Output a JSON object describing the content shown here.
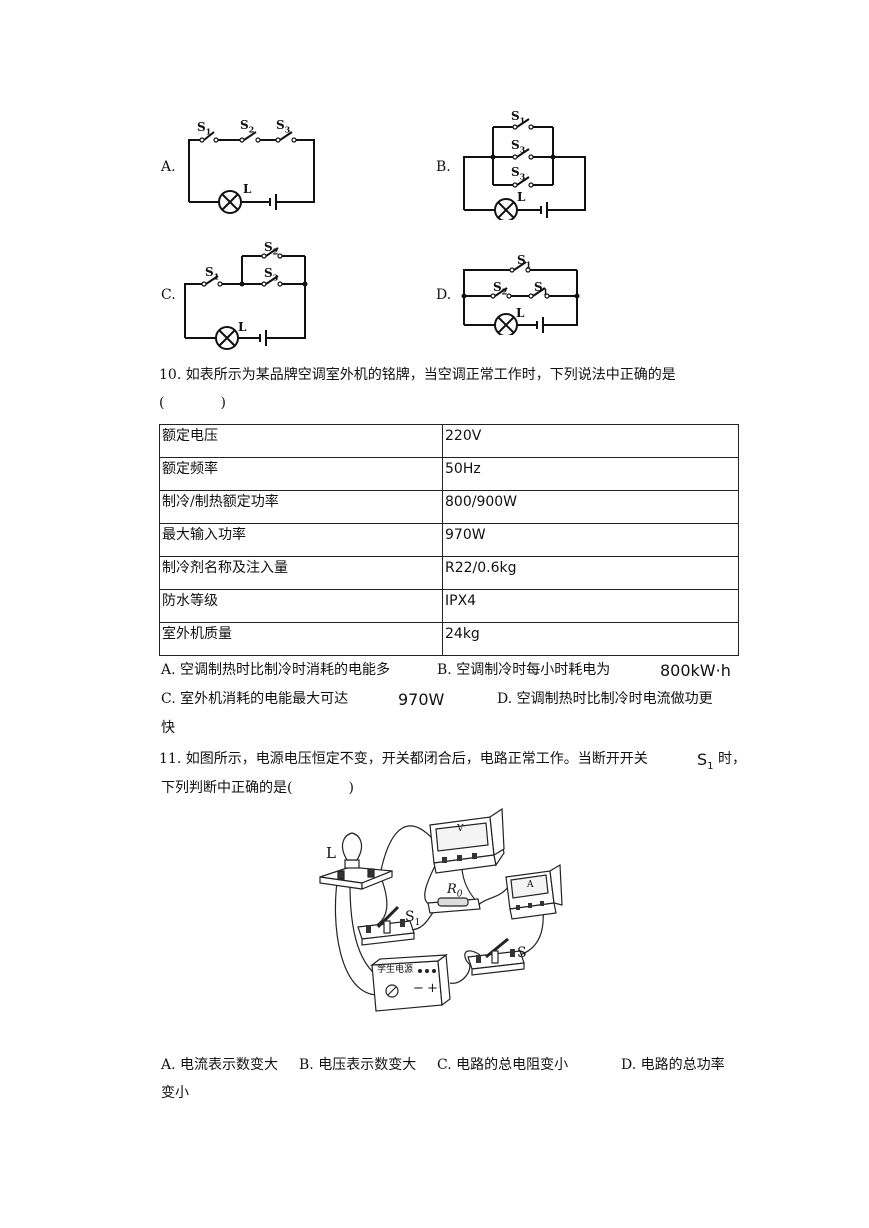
{
  "circuits": {
    "a_label": "A.",
    "b_label": "B.",
    "c_label": "C.",
    "d_label": "D.",
    "s1": "S",
    "s1_sub": "1",
    "s2": "S",
    "s2_sub": "2",
    "s3": "S",
    "s3_sub": "3",
    "lamp": "L"
  },
  "q10": {
    "stem_line1": "10. 如表所示为某品牌空调室外机的铭牌，当空调正常工作时，下列说法中正确的是",
    "stem_line2": "(　　　　)",
    "table": [
      [
        "额定电压",
        "220V"
      ],
      [
        "额定频率",
        "50Hz"
      ],
      [
        "制冷/制热额定功率",
        "800/900W"
      ],
      [
        "最大输入功率",
        "970W"
      ],
      [
        "制冷剂名称及注入量",
        "R22/0.6kg"
      ],
      [
        "防水等级",
        "IPX4"
      ],
      [
        "室外机质量",
        "24kg"
      ]
    ],
    "opt_a": "A.  空调制热时比制冷时消耗的电能多",
    "opt_b": "B.  空调制冷时每小时耗电为",
    "opt_b_value": "800kW·h",
    "opt_c": "C.  室外机消耗的电能最大可达",
    "opt_c_value": "970W",
    "opt_d": "D.  空调制热时比制冷时电流做功更",
    "opt_d_cont": "快"
  },
  "q11": {
    "stem_line1": "11. 如图所示，电源电压恒定不变，开关都闭合后，电路正常工作。当断开开关",
    "stem_switch": "S",
    "stem_switch_sub": "1",
    "stem_line1_end": "时，",
    "stem_line2": "下列判断中正确的是(　　　　)",
    "figure": {
      "lamp": "L",
      "resistor": "R",
      "resistor_sub": "0",
      "switch1": "S",
      "switch1_sub": "1",
      "switch": "S",
      "voltmeter": "V",
      "ammeter": "A",
      "power_supply": "学生电源",
      "minus": "−",
      "plus": "+"
    },
    "opt_a": "A.  电流表示数变大",
    "opt_b": "B.  电压表示数变大",
    "opt_c": "C.  电路的总电阻变小",
    "opt_d": "D.  电路的总功率",
    "opt_d_cont": "变小"
  }
}
